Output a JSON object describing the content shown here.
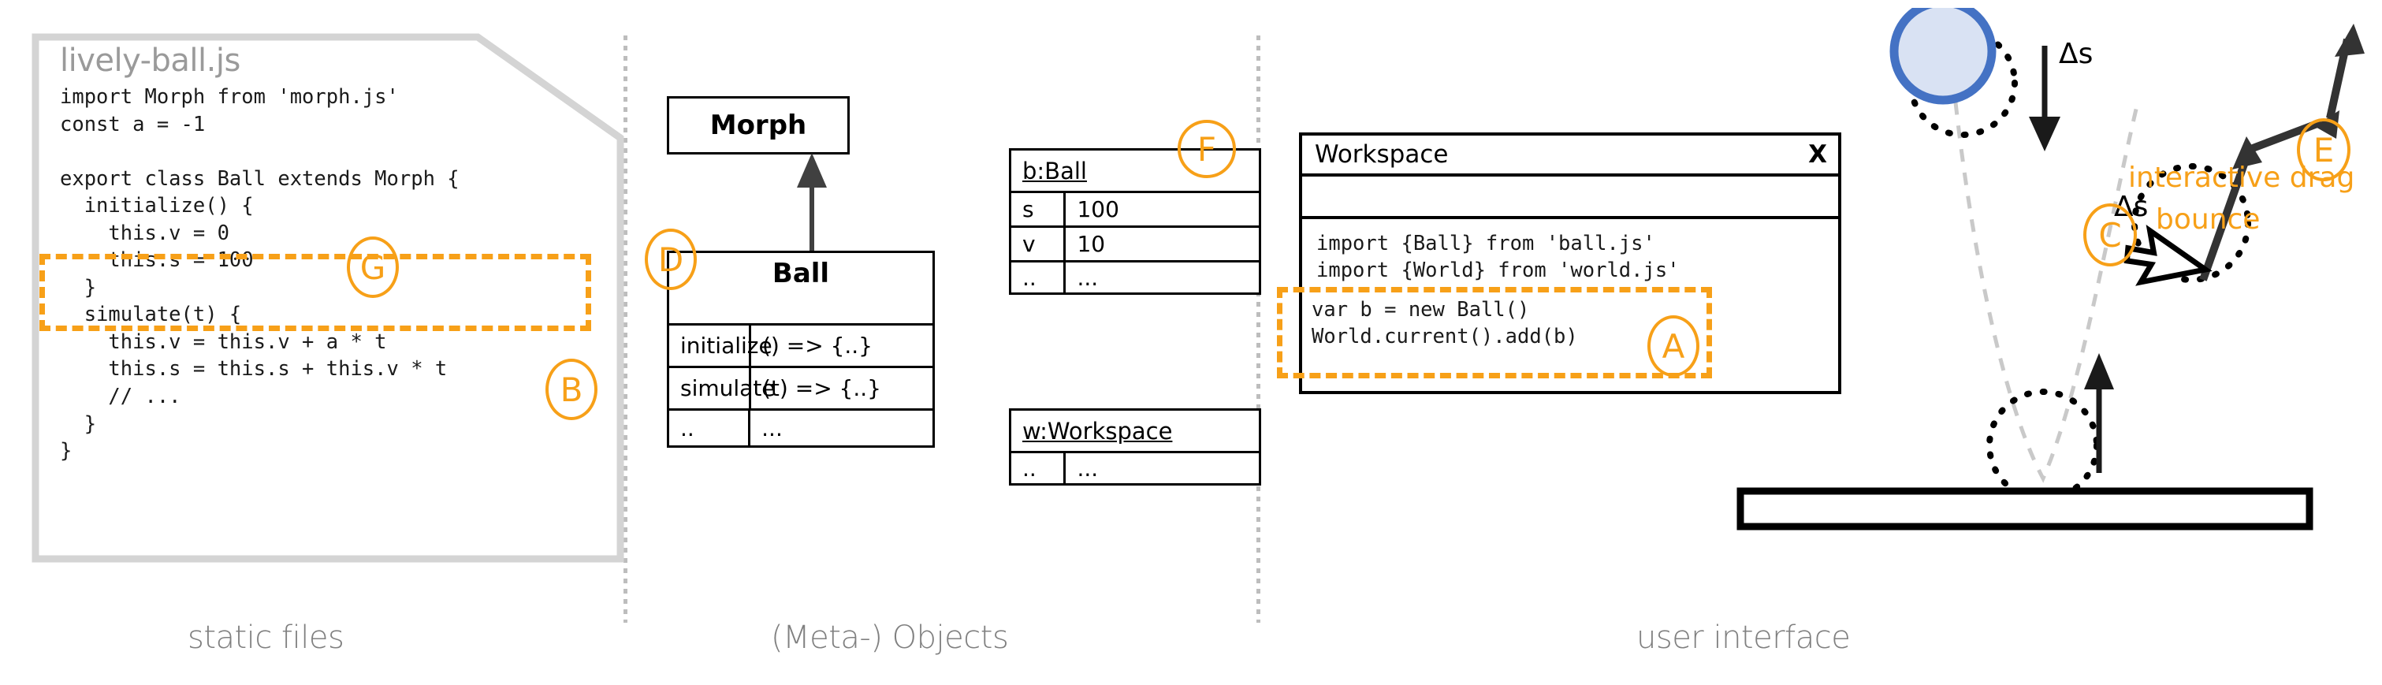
{
  "columns": [
    {
      "caption": "static files"
    },
    {
      "caption": "(Meta-) Objects"
    },
    {
      "caption": "user interface"
    }
  ],
  "file_panel": {
    "filename": "lively-ball.js",
    "code_top": "import Morph from 'morph.js'\nconst a = -1\n\nexport class Ball extends Morph {\n  initialize() {\n    this.v = 0\n    this.s = 100\n  }",
    "code_highlight": "  simulate(t) {\n    this.v = this.v + a * t\n    this.s = this.s + this.v * t",
    "code_bottom": "    // ...\n  }\n}",
    "marker_g": "G",
    "marker_b": "B"
  },
  "uml": {
    "super_class": "Morph",
    "class_name": "Ball",
    "marker_d": "D",
    "members": [
      {
        "name": "initialize",
        "value": "() => {..}"
      },
      {
        "name": "simulate",
        "value": "(t) => {..}"
      },
      {
        "name": "..",
        "value": "..."
      }
    ]
  },
  "objects": {
    "marker_f": "F",
    "ball": {
      "header": "b:Ball",
      "rows": [
        {
          "key": "s",
          "value": "100"
        },
        {
          "key": "v",
          "value": "10"
        },
        {
          "key": "..",
          "value": "..."
        }
      ]
    },
    "workspace_obj": {
      "header": "w:Workspace",
      "rows": [
        {
          "key": "..",
          "value": "..."
        }
      ]
    }
  },
  "workspace_window": {
    "title": "Workspace",
    "close_label": "X",
    "code_top": "import {Ball} from 'ball.js'\nimport {World} from 'world.js'",
    "code_highlight": "var b = new Ball()\nWorld.current().add(b)",
    "marker_a": "A"
  },
  "ui_panel": {
    "delta_s_fall": "Δs",
    "delta_s_rise": "Δs",
    "marker_c": "C",
    "label_bounce": "bounce",
    "marker_e": "E",
    "label_drag": "interactive drag"
  },
  "colors": {
    "accent_orange": "#F7A018",
    "ball_stroke": "#4472C4",
    "ball_fill": "#D9E2F3",
    "caption_gray": "#808080",
    "trajectory_gray": "#C9C9C9"
  }
}
